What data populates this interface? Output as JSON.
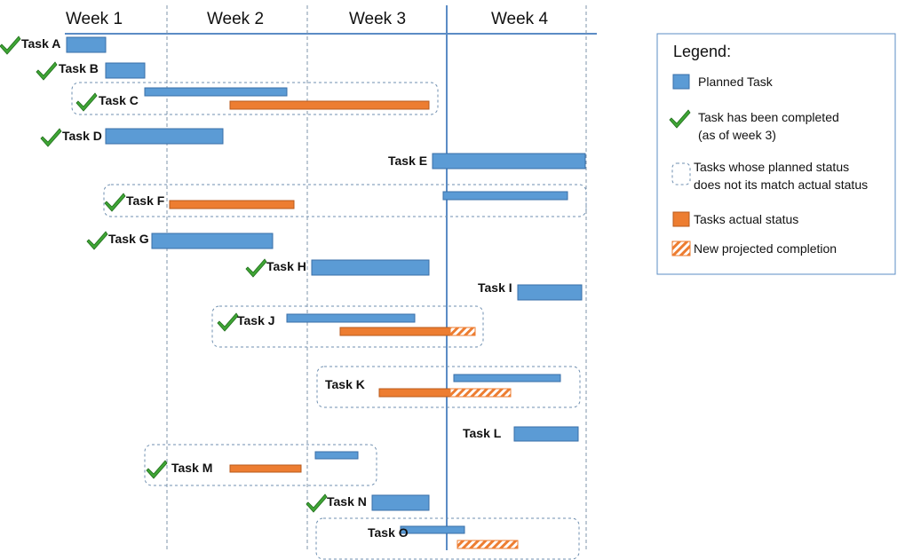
{
  "weeks": [
    "Week 1",
    "Week 2",
    "Week 3",
    "Week 4"
  ],
  "tasks": [
    {
      "label": "Task A",
      "completed": true,
      "planned": [
        0.0,
        0.55
      ]
    },
    {
      "label": "Task B",
      "completed": true,
      "planned": [
        0.55,
        1.1
      ]
    },
    {
      "label": "Task C",
      "completed": true,
      "planned": [
        1.1,
        3.1
      ],
      "actual": [
        2.3,
        5.1
      ],
      "mismatch": true
    },
    {
      "label": "Task D",
      "completed": true,
      "planned": [
        0.55,
        2.2
      ]
    },
    {
      "label": "Task E",
      "completed": false,
      "planned": [
        5.15,
        7.3
      ]
    },
    {
      "label": "Task F",
      "completed": true,
      "planned": [
        5.3,
        7.05
      ],
      "actual": [
        1.45,
        3.2
      ],
      "mismatch": true
    },
    {
      "label": "Task G",
      "completed": true,
      "planned": [
        1.2,
        2.9
      ]
    },
    {
      "label": "Task H",
      "completed": true,
      "planned": [
        3.45,
        5.1
      ]
    },
    {
      "label": "Task I",
      "completed": false,
      "planned": [
        6.35,
        7.25
      ]
    },
    {
      "label": "Task J",
      "completed": true,
      "planned": [
        3.1,
        4.9
      ],
      "actual": [
        3.85,
        5.4
      ],
      "projected": [
        5.4,
        5.75
      ],
      "mismatch": true
    },
    {
      "label": "Task K",
      "completed": false,
      "planned": [
        5.45,
        6.95
      ],
      "actual": [
        4.4,
        5.4
      ],
      "projected": [
        5.4,
        6.25
      ],
      "mismatch": true
    },
    {
      "label": "Task L",
      "completed": false,
      "planned": [
        6.3,
        7.2
      ]
    },
    {
      "label": "Task M",
      "completed": true,
      "planned": [
        3.5,
        4.1
      ],
      "actual": [
        2.3,
        3.3
      ],
      "mismatch": true
    },
    {
      "label": "Task N",
      "completed": true,
      "planned": [
        4.3,
        5.1
      ]
    },
    {
      "label": "Task O",
      "completed": false,
      "planned": [
        4.7,
        5.6
      ],
      "projected": [
        5.5,
        6.35
      ],
      "mismatch": true
    }
  ],
  "legend": {
    "title": "Legend:",
    "planned": "Planned Task",
    "completed_line1": "Task has been completed",
    "completed_line2": "(as of week 3)",
    "mismatch_line1": "Tasks whose planned status",
    "mismatch_line2": "does not its match actual status",
    "actual": "Tasks actual status",
    "projected": "New projected completion"
  },
  "colors": {
    "planned": "#5b9bd5",
    "planned_border": "#3a6fa8",
    "actual": "#ed7d31",
    "actual_border": "#b85a1c",
    "check": "#3fa535",
    "grid": "#6f8fb0",
    "current_line": "#5b8cc5"
  }
}
